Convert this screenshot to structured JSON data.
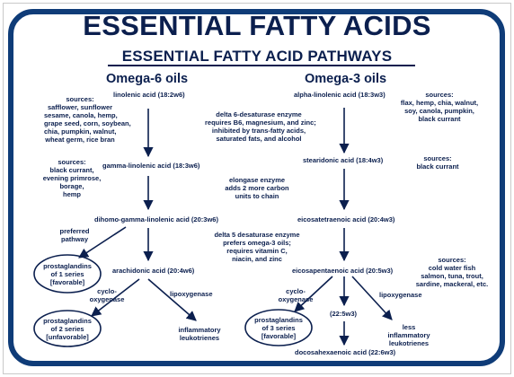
{
  "header": {
    "title": "ESSENTIAL FATTY ACIDS",
    "subtitle": "ESSENTIAL FATTY ACID PATHWAYS"
  },
  "omega6": {
    "heading": "Omega-6 oils",
    "linoleic": "linolenic acid (18:2w6)",
    "sources_linoleic": [
      "sources:",
      "safflower, sunflower",
      "sesame, canola, hemp,",
      "grape seed, corn, soybean,",
      "chia, pumpkin, walnut,",
      "wheat germ, rice bran"
    ],
    "gla": "gamma-linolenic acid (18:3w6)",
    "sources_gla": [
      "sources:",
      "black currant,",
      "evening primrose,",
      "borage,",
      "hemp"
    ],
    "dgla": "dihomo-gamma-linolenic acid (20:3w6)",
    "preferred": [
      "preferred",
      "pathway"
    ],
    "pg1": [
      "prostaglandins",
      "of 1 series",
      "[favorable]"
    ],
    "arachidonic": "arachidonic acid (20:4w6)",
    "cyclo": [
      "cyclo-",
      "oxygenase"
    ],
    "lipo": "lipoxygenase",
    "pg2": [
      "prostaglandins",
      "of 2 series",
      "[unfavorable]"
    ],
    "leuko": [
      "inflammatory",
      "leukotrienes"
    ]
  },
  "enzymes": {
    "d6": [
      "delta 6-desaturase enzyme",
      "requires B6, magnesium, and zinc;",
      "inhibited by trans-fatty acids,",
      "saturated fats, and alcohol"
    ],
    "elongase": [
      "elongase enzyme",
      "adds 2 more carbon",
      "units to chain"
    ],
    "d5": [
      "delta 5 desaturase enzyme",
      "prefers omega-3 oils;",
      "requires vitamin C,",
      "niacin, and zinc"
    ]
  },
  "omega3": {
    "heading": "Omega-3 oils",
    "ala": "alpha-linolenic acid (18:3w3)",
    "sources_ala": [
      "sources:",
      "flax, hemp, chia, walnut,",
      "soy, canola, pumpkin,",
      "black currant"
    ],
    "stearidonic": "stearidonic acid (18:4w3)",
    "sources_sda": [
      "sources:",
      "black currant"
    ],
    "eta": "eicosatetraenoic acid (20:4w3)",
    "epa": "eicosapentaenoic acid (20:5w3)",
    "sources_epa": [
      "sources:",
      "cold water fish",
      "salmon, tuna, trout,",
      "sardine, mackeral, etc."
    ],
    "cyclo": [
      "cyclo-",
      "oxygenase"
    ],
    "lipo": "lipoxygenase",
    "pg3": [
      "prostaglandins",
      "of 3 series",
      "[favorable]"
    ],
    "dpa": "(22:5w3)",
    "leuko": [
      "less",
      "inflammatory",
      "leukotrienes"
    ],
    "dha": "docosahexaenoic acid (22:6w3)"
  },
  "colors": {
    "navy": "#0b1f4e",
    "border_blue": "#0f3c78"
  }
}
